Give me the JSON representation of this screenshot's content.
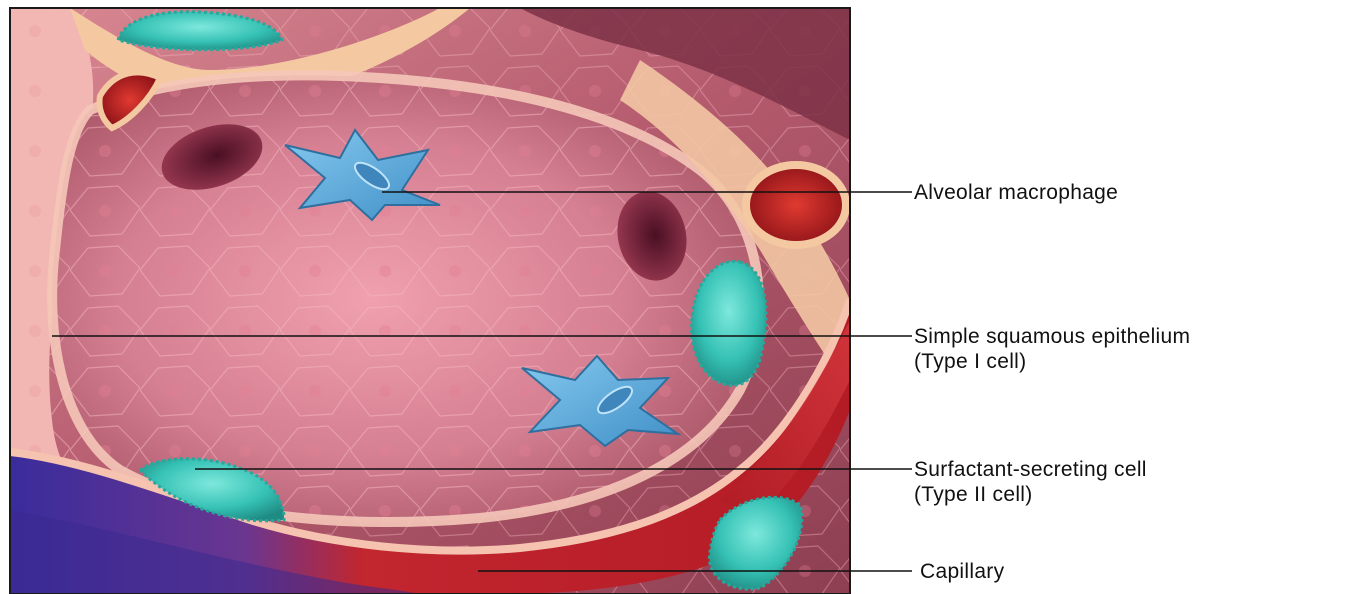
{
  "colors": {
    "background": "#ffffff",
    "alveolar_wall": "#e9a79f",
    "alveolar_interior": "#c0707e",
    "macrophage": "#5aaedc",
    "type_ii_cell": "#34c0b4",
    "capillary_oxygenated": "#c62026",
    "capillary_deoxygenated": "#4a2f95",
    "leader_line": "#111111"
  },
  "labels": [
    {
      "id": "macrophage",
      "text": "Alveolar macrophage",
      "sub": ""
    },
    {
      "id": "type1",
      "text": "Simple squamous epithelium",
      "sub": "(Type I cell)"
    },
    {
      "id": "type2",
      "text": "Surfactant-secreting cell",
      "sub": "(Type II cell)"
    },
    {
      "id": "capillary",
      "text": "Capillary",
      "sub": ""
    }
  ]
}
